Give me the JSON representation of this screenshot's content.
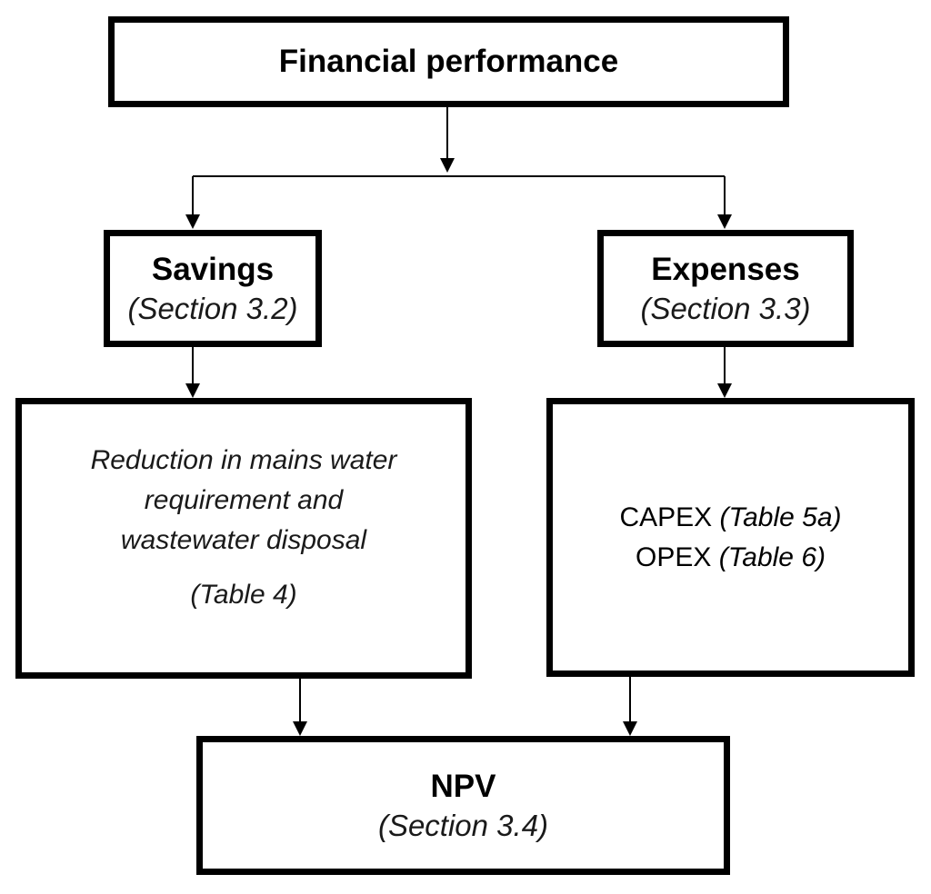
{
  "financial": {
    "title": "Financial performance"
  },
  "savings": {
    "title": "Savings",
    "section": "(Section 3.2)"
  },
  "expenses": {
    "title": "Expenses",
    "section": "(Section 3.3)"
  },
  "reduction": {
    "lines": [
      "Reduction in mains water",
      "requirement and",
      "wastewater disposal"
    ],
    "ref": "(Table 4)"
  },
  "costs": {
    "capex_label": "CAPEX",
    "capex_ref": "(Table 5a)",
    "opex_label": "OPEX",
    "opex_ref": "(Table 6)"
  },
  "npv": {
    "title": "NPV",
    "section": "(Section 3.4)"
  },
  "style": {
    "line_color": "#000000",
    "box_fill": "#ffffff"
  }
}
